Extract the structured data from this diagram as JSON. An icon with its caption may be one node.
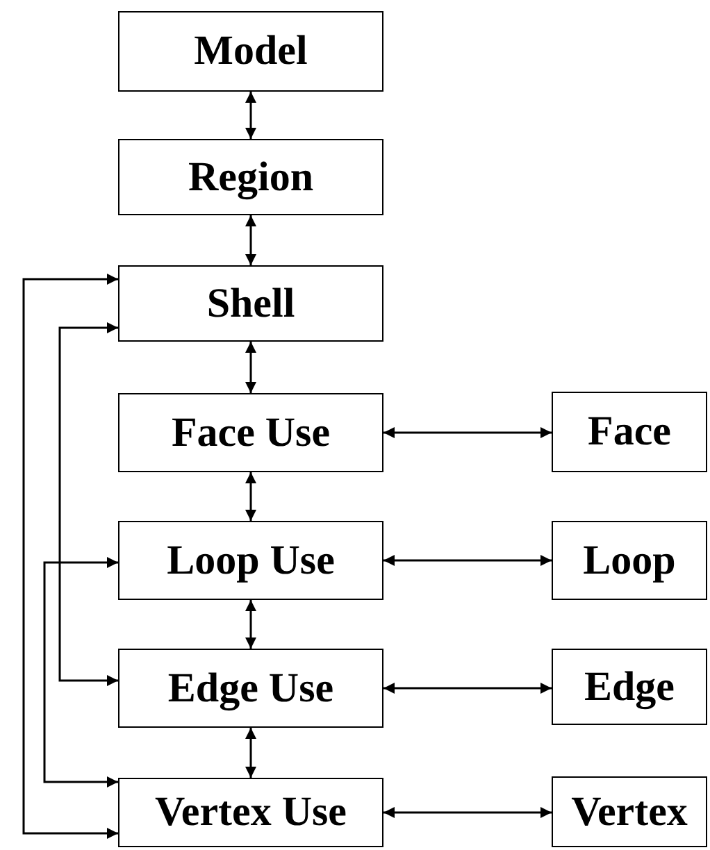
{
  "diagram": {
    "nodes": [
      {
        "text": [
          "Model"
        ]
      },
      {
        "text": [
          "Region"
        ]
      },
      {
        "text": [
          "Shell"
        ]
      },
      {
        "text": [
          "Face Use"
        ]
      },
      {
        "text": [
          "Face"
        ]
      },
      {
        "text": [
          "Loop Use"
        ]
      },
      {
        "text": [
          "Loop"
        ]
      },
      {
        "text": [
          "Edge Use"
        ]
      },
      {
        "text": [
          "Edge"
        ]
      },
      {
        "text": [
          "Vertex Use"
        ]
      },
      {
        "text": [
          "Vertex"
        ]
      }
    ],
    "edges": [
      {
        "from": 0,
        "to": 1,
        "arrow": "both"
      },
      {
        "from": 1,
        "to": 2,
        "arrow": "both"
      },
      {
        "from": 2,
        "to": 3,
        "arrow": "both"
      },
      {
        "from": 3,
        "to": 5,
        "arrow": "both"
      },
      {
        "from": 5,
        "to": 7,
        "arrow": "both"
      },
      {
        "from": 7,
        "to": 9,
        "arrow": "both"
      },
      {
        "from": 3,
        "to": 4,
        "arrow": "both"
      },
      {
        "from": 5,
        "to": 6,
        "arrow": "both"
      },
      {
        "from": 7,
        "to": 8,
        "arrow": "both"
      },
      {
        "from": 9,
        "to": 10,
        "arrow": "both"
      },
      {
        "from": 2,
        "to": 9,
        "arrow": "both"
      },
      {
        "from": 2,
        "to": 7,
        "arrow": "both"
      },
      {
        "from": 5,
        "to": 9,
        "arrow": "both"
      }
    ]
  }
}
